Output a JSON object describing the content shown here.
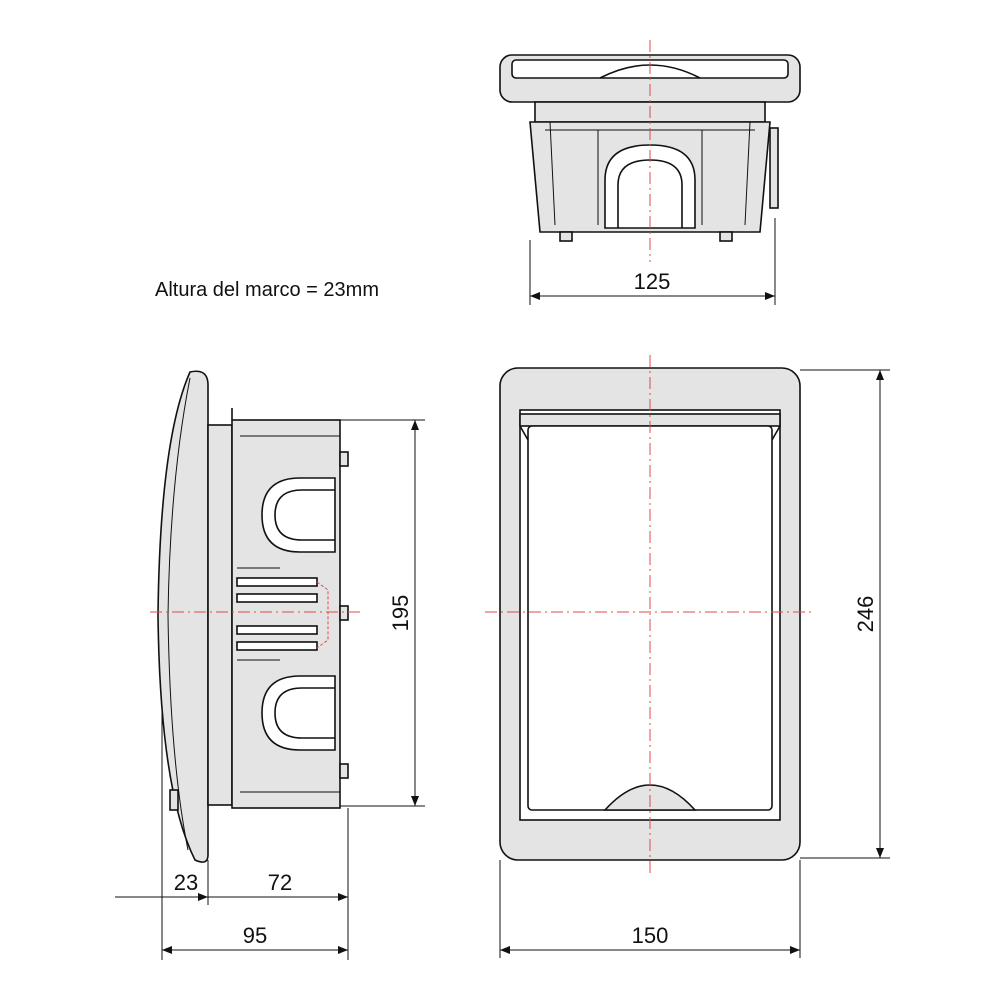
{
  "note": {
    "text": "Altura del marco = 23mm"
  },
  "dimensions": {
    "top_width": "125",
    "side_height": "195",
    "front_height": "246",
    "front_width": "150",
    "side_frame": "23",
    "side_box": "72",
    "side_total": "95"
  },
  "colors": {
    "line": "#111111",
    "centerline": "#e04a4a",
    "fill": "#e4e4e4"
  }
}
